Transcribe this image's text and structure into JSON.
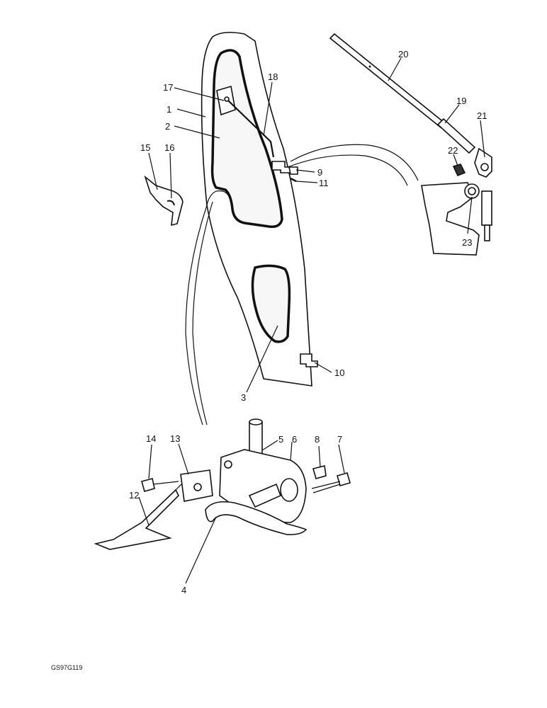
{
  "diagram": {
    "reference_code": "GS97G119",
    "callouts": [
      {
        "id": "c1",
        "label": "1"
      },
      {
        "id": "c2",
        "label": "2"
      },
      {
        "id": "c3",
        "label": "3"
      },
      {
        "id": "c4",
        "label": "4"
      },
      {
        "id": "c5",
        "label": "5"
      },
      {
        "id": "c6",
        "label": "6"
      },
      {
        "id": "c7",
        "label": "7"
      },
      {
        "id": "c8",
        "label": "8"
      },
      {
        "id": "c9",
        "label": "9"
      },
      {
        "id": "c10",
        "label": "10"
      },
      {
        "id": "c11",
        "label": "11"
      },
      {
        "id": "c12",
        "label": "12"
      },
      {
        "id": "c13",
        "label": "13"
      },
      {
        "id": "c14",
        "label": "14"
      },
      {
        "id": "c15",
        "label": "15"
      },
      {
        "id": "c16",
        "label": "16"
      },
      {
        "id": "c17",
        "label": "17"
      },
      {
        "id": "c18",
        "label": "18"
      },
      {
        "id": "c19",
        "label": "19"
      },
      {
        "id": "c20",
        "label": "20"
      },
      {
        "id": "c21",
        "label": "21"
      },
      {
        "id": "c22",
        "label": "22"
      },
      {
        "id": "c23",
        "label": "23"
      }
    ]
  }
}
